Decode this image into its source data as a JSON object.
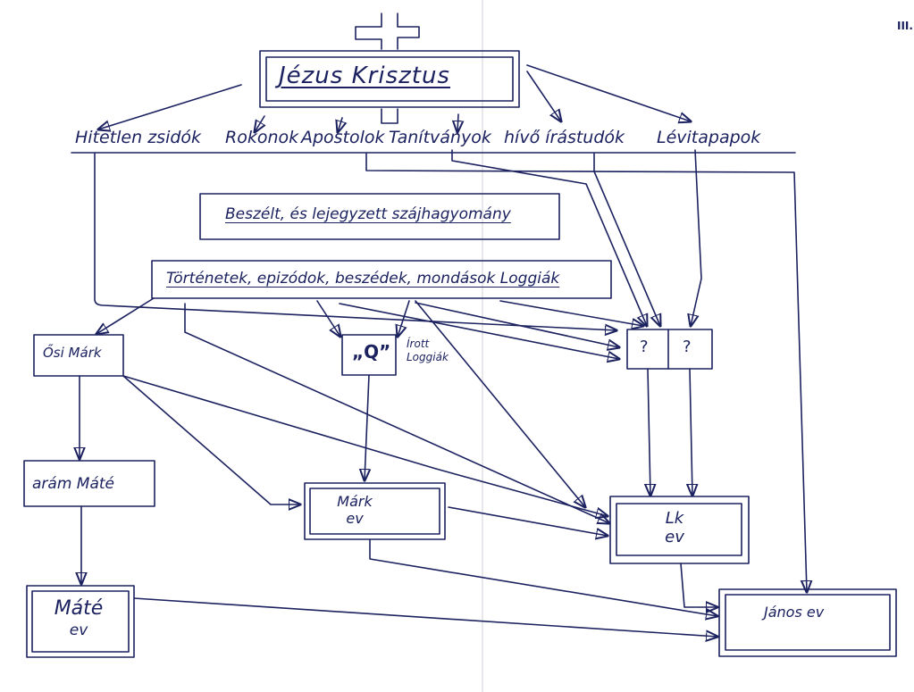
{
  "page_number": "III.",
  "root": {
    "label": "Jézus Krisztus"
  },
  "groups": [
    "Hitetlen zsidók",
    "Rokonok",
    "Apostolok",
    "Tanítványok",
    "hívő írástudók",
    "Lévitapapok"
  ],
  "oral_tradition": {
    "label": "Beszélt, és lejegyzett szájhagyomány"
  },
  "episodes": {
    "label": "Történetek, epizódok, beszédek, mondások Loggiák"
  },
  "nodes": {
    "osi_mark": "Ősi Márk",
    "q_source": "„Q”",
    "q_note_1": "Írott",
    "q_note_2": "Loggiák",
    "unknown_1": "?",
    "unknown_2": "?",
    "aram_mate": "arám Máté",
    "mark_ev_1": "Márk",
    "mark_ev_2": "ev",
    "lk_ev_1": "Lk",
    "lk_ev_2": "ev",
    "mate_ev_1": "Máté",
    "mate_ev_2": "ev",
    "janos_ev": "János ev"
  },
  "colors": {
    "ink": "#1c2260",
    "paper": "#ffffff"
  }
}
